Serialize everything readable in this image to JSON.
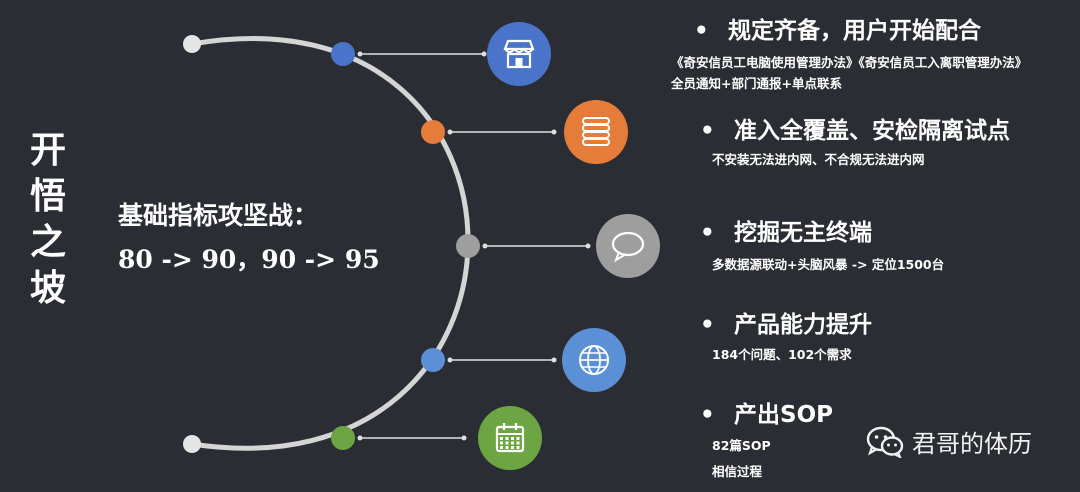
{
  "title_chars": [
    "开",
    "悟",
    "之",
    "坡"
  ],
  "subtitle": {
    "line1": "基础指标攻坚战：",
    "line2": "80 -> 90，90 -> 95"
  },
  "items": [
    {
      "heading": "规定齐备，用户开始配合",
      "notes": [
        "《奇安信员工电脑使用管理办法》《奇安信员工入离职管理办法》",
        "全员通知+部门通报+单点联系"
      ],
      "icon": "store-icon",
      "color": "#4a74c9"
    },
    {
      "heading": "准入全覆盖、安检隔离试点",
      "notes": [
        "不安装无法进内网、不合规无法进内网"
      ],
      "icon": "database-icon",
      "color": "#e57c3a"
    },
    {
      "heading": "挖掘无主终端",
      "notes": [
        "多数据源联动+头脑风暴 -> 定位1500台"
      ],
      "icon": "chat-bubble-icon",
      "color": "#9e9e9e"
    },
    {
      "heading": "产品能力提升",
      "notes": [
        "184个问题、102个需求"
      ],
      "icon": "globe-icon",
      "color": "#5b8fd6"
    },
    {
      "heading": "产出SOP",
      "notes": [
        "82篇SOP",
        "相信过程"
      ],
      "icon": "calendar-icon",
      "color": "#6da444"
    }
  ],
  "watermark": {
    "icon": "wechat-icon",
    "text": "君哥的体历"
  }
}
